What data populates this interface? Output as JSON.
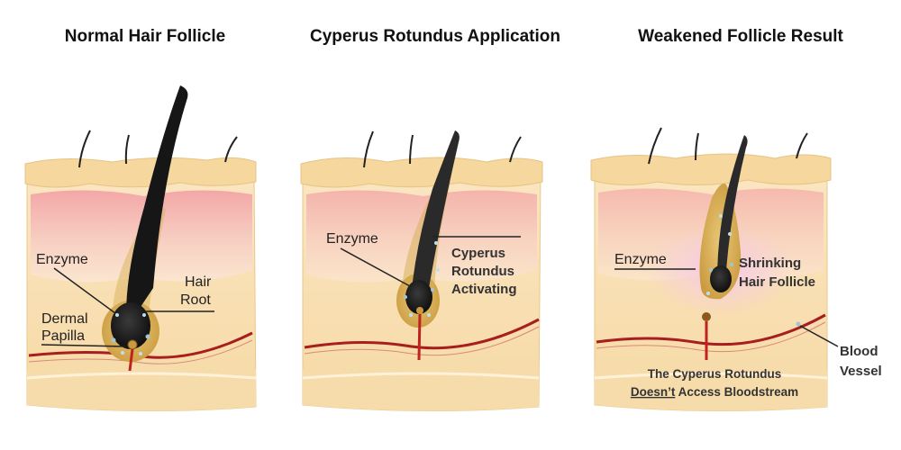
{
  "panels": [
    {
      "title": "Normal Hair Follicle",
      "labels": {
        "enzyme": "Enzyme",
        "dermal_papilla_1": "Dermal",
        "dermal_papilla_2": "Papilla",
        "hair_root_1": "Hair",
        "hair_root_2": "Root"
      }
    },
    {
      "title": "Cyperus Rotundus Application",
      "labels": {
        "enzyme": "Enzyme",
        "active_1": "Cyperus",
        "active_2": "Rotundus",
        "active_3": "Activating"
      }
    },
    {
      "title": "Weakened Follicle Result",
      "labels": {
        "enzyme": "Enzyme",
        "shrink_1": "Shrinking",
        "shrink_2": "Hair Follicle",
        "vessel_1": "Blood",
        "vessel_2": "Vessel",
        "note_1": "The Cyperus Rotundus",
        "note_2_underlined": "Doesn’t",
        "note_2_rest": " Access Bloodstream"
      }
    }
  ],
  "colors": {
    "skin_top": "#f7dca6",
    "skin_light": "#fbe9c6",
    "dermis_pink": "#f2b4b4",
    "hair": "#1a1a1a",
    "follicle_sheath": "#d9b15a",
    "blood_vessel": "#a81e1e"
  }
}
